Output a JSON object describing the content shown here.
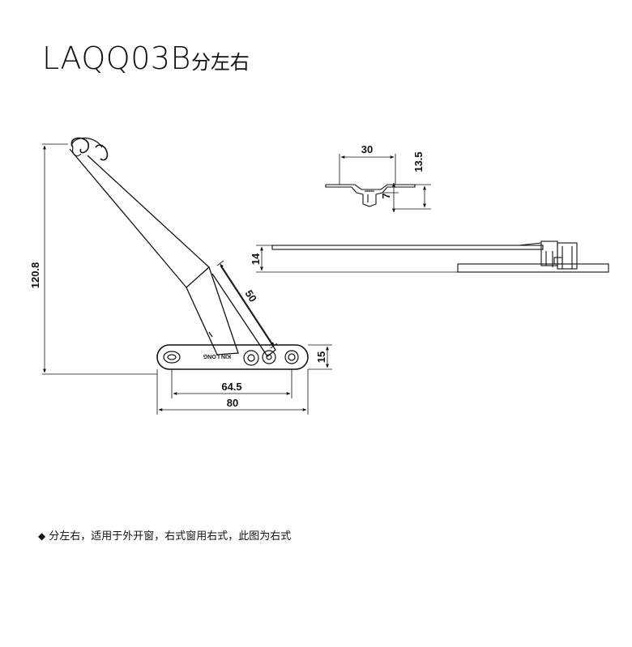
{
  "title": {
    "code": "LAQQ03B",
    "suffix": "分左右"
  },
  "drawing": {
    "dimensions": {
      "height_total": "120.8",
      "arm_length": "50",
      "plate_height": "15",
      "hole_spacing": "64.5",
      "plate_length": "80",
      "profile_width": "30",
      "profile_height": "13.5",
      "profile_depth": "7",
      "side_thickness": "14"
    },
    "stamp": "KIN LONG"
  },
  "note": {
    "bullet": "◆",
    "text": "分左右，适用于外开窗，右式窗用右式，此图为右式"
  }
}
